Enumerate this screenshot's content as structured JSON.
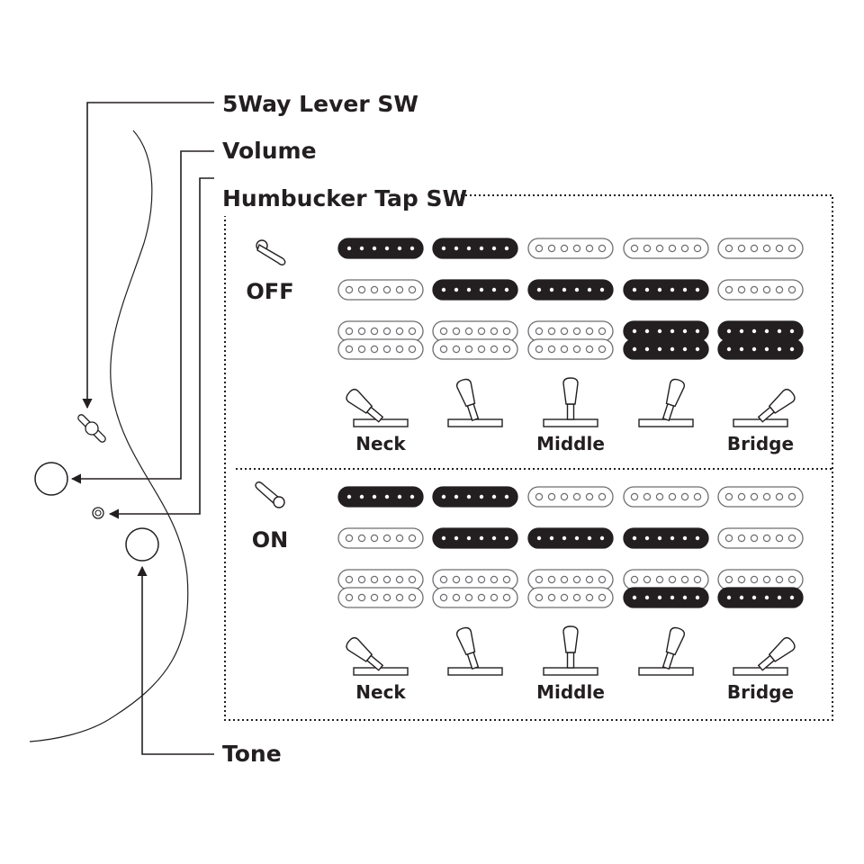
{
  "labels": {
    "lever_switch": "5Way Lever SW",
    "volume": "Volume",
    "tap_switch": "Humbucker Tap SW",
    "tone": "Tone"
  },
  "colors": {
    "ink": "#231f20",
    "outline": "#6d6e71",
    "background": "#ffffff"
  },
  "switch_positions": [
    "Neck",
    "",
    "Middle",
    "",
    "Bridge"
  ],
  "pickups": [
    "neck-single",
    "middle-single",
    "bridge-humbucker"
  ],
  "tap_states": [
    {
      "state": "OFF",
      "active": {
        "neck": [
          true,
          true,
          false,
          false,
          false
        ],
        "middle": [
          false,
          true,
          true,
          true,
          false
        ],
        "humbucker_top": [
          false,
          false,
          false,
          true,
          true
        ],
        "humbucker_bottom": [
          false,
          false,
          false,
          true,
          true
        ]
      }
    },
    {
      "state": "ON",
      "active": {
        "neck": [
          true,
          true,
          false,
          false,
          false
        ],
        "middle": [
          false,
          true,
          true,
          true,
          false
        ],
        "humbucker_top": [
          false,
          false,
          false,
          false,
          false
        ],
        "humbucker_bottom": [
          false,
          false,
          false,
          true,
          true
        ]
      }
    }
  ]
}
